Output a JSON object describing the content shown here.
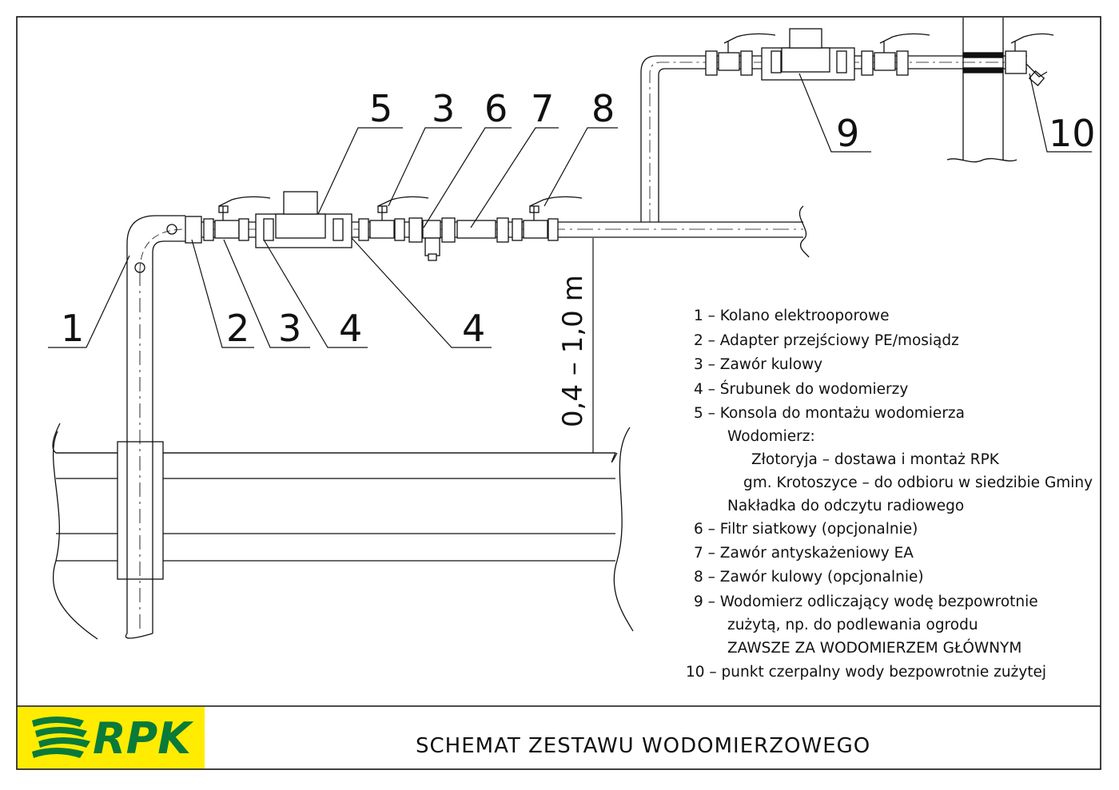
{
  "callouts": {
    "top": [
      "5",
      "3",
      "6",
      "7",
      "8"
    ],
    "bottom": [
      "1",
      "2",
      "3",
      "4",
      "4"
    ],
    "right": [
      "9",
      "10"
    ]
  },
  "dimension_label": "0,4 – 1,0 m",
  "legend": [
    "1 – Kolano elektrooporowe",
    "2 – Adapter przejściowy PE/mosiądz",
    "3 – Zawór kulowy",
    "4 – Śrubunek do wodomierzy",
    "5 – Konsola do montażu wodomierza",
    "Wodomierz:",
    "Złotoryja – dostawa i montaż RPK",
    "gm. Krotoszyce – do odbioru w siedzibie Gminy",
    "Nakładka do odczytu radiowego",
    "6 – Filtr siatkowy (opcjonalnie)",
    "7 – Zawór antyskażeniowy EA",
    "8 – Zawór kulowy (opcjonalnie)",
    "9 – Wodomierz odliczający wodę bezpowrotnie",
    "zużytą, np. do podlewania ogrodu",
    "ZAWSZE ZA WODOMIERZEM GŁÓWNYM",
    "10 – punkt czerpalny wody bezpowrotnie zużytej"
  ],
  "title_block": {
    "title": "SCHEMAT ZESTAWU WODOMIERZOWEGO",
    "logo_text": "RPK",
    "logo_bg": "#ffec00",
    "logo_color": "#0a7a3a"
  }
}
